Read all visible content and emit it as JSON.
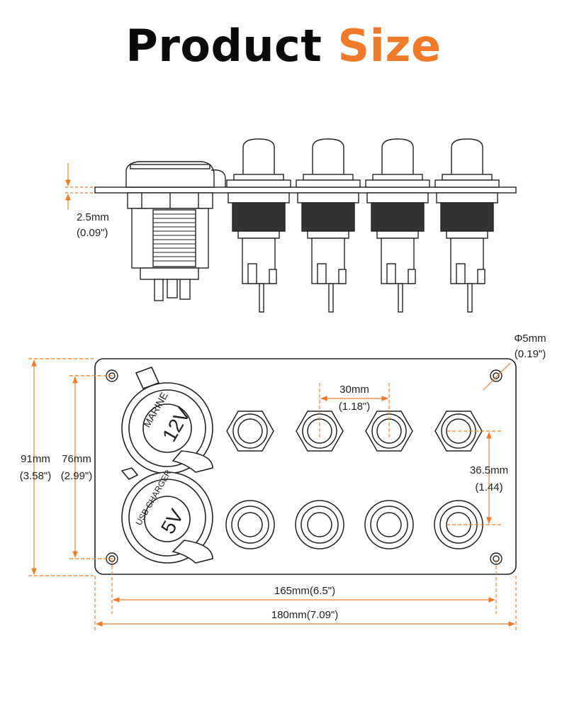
{
  "title": {
    "word1": "Product",
    "word2": "Size"
  },
  "colors": {
    "accent": "#f07a2a",
    "ink": "#222222"
  },
  "side_view": {
    "thickness": {
      "mm": "2.5mm",
      "inch": "(0.09\")"
    }
  },
  "front_view": {
    "hole": {
      "mm": "Φ5mm",
      "inch": "(0.19\")"
    },
    "switch_spacing": {
      "mm": "30mm",
      "inch": "(1.18\")"
    },
    "row_spacing": {
      "mm": "36.5mm",
      "inch": "(1.44)"
    },
    "height_outer": {
      "mm": "91mm",
      "inch": "(3.58\")"
    },
    "height_holes": {
      "mm": "76mm",
      "inch": "(2.99\")"
    },
    "width_holes": "165mm(6.5\")",
    "width_outer": "180mm(7.09\")",
    "socket_marine": {
      "label": "MARINE",
      "voltage": "12V"
    },
    "socket_usb": {
      "label": "USB CHARGER",
      "voltage": "5V"
    }
  }
}
